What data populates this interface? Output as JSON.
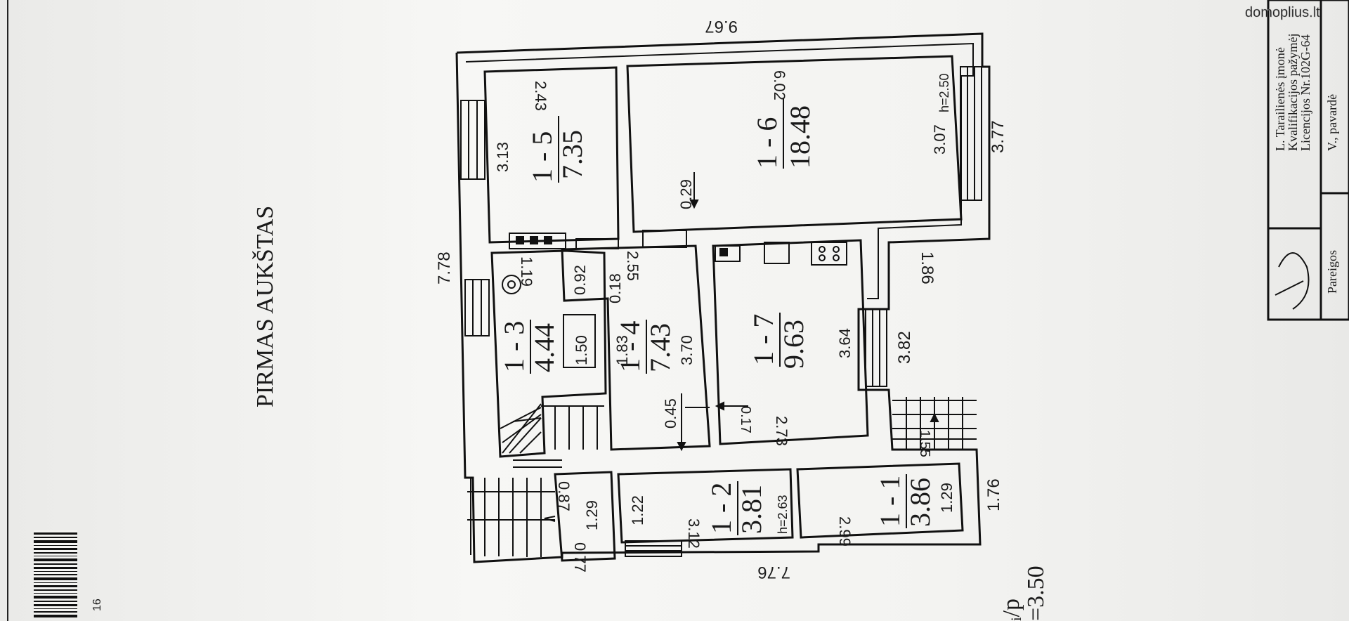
{
  "floor_title": "PIRMAS AUKŠTAS",
  "watermark": "domoplius.lt",
  "page_number": "16",
  "level_label": "ᵢ/p",
  "level_value": "=3.50",
  "outer_dimensions": {
    "top": "9.67",
    "left": "7.78",
    "bottom": "7.76",
    "right_upper": "3.77",
    "right_middle": "1.86",
    "right_step": "3.82",
    "right_lower": "1.76"
  },
  "rooms": [
    {
      "id": "1 - 5",
      "area": "7.35",
      "dims": [
        "2.43",
        "3.13"
      ]
    },
    {
      "id": "1 - 6",
      "area": "18.48",
      "dims": [
        "6.02",
        "3.07"
      ],
      "height": "h=2.50"
    },
    {
      "id": "1 - 3",
      "area": "4.44",
      "dims": [
        "1.19"
      ]
    },
    {
      "id": "1 - 4",
      "area": "7.43",
      "dims": [
        "2.55",
        "3.70",
        "1.83",
        "0.92",
        "0.18",
        "0.45"
      ]
    },
    {
      "id": "1 - 7",
      "area": "9.63",
      "dims": [
        "3.64",
        "2.73",
        "0.17"
      ]
    },
    {
      "id": "1 - 2",
      "area": "3.81",
      "dims": [
        "3.12",
        "1.22",
        "1.29",
        "0.77",
        "0.87"
      ],
      "height": "h=2.63"
    },
    {
      "id": "1 - 1",
      "area": "3.86",
      "dims": [
        "2.99",
        "1.29"
      ]
    }
  ],
  "misc_dims": {
    "wall_029": "0.29",
    "bath": "1.50",
    "step": "1.55"
  },
  "stamp": {
    "line1": "L. Tarailienės įmonė",
    "line2": "Kvalifikacijos pažymėj",
    "line3": "Licencijos Nr.102G-64",
    "name_label": "V., pavardė",
    "role_label": "Pareigos"
  }
}
